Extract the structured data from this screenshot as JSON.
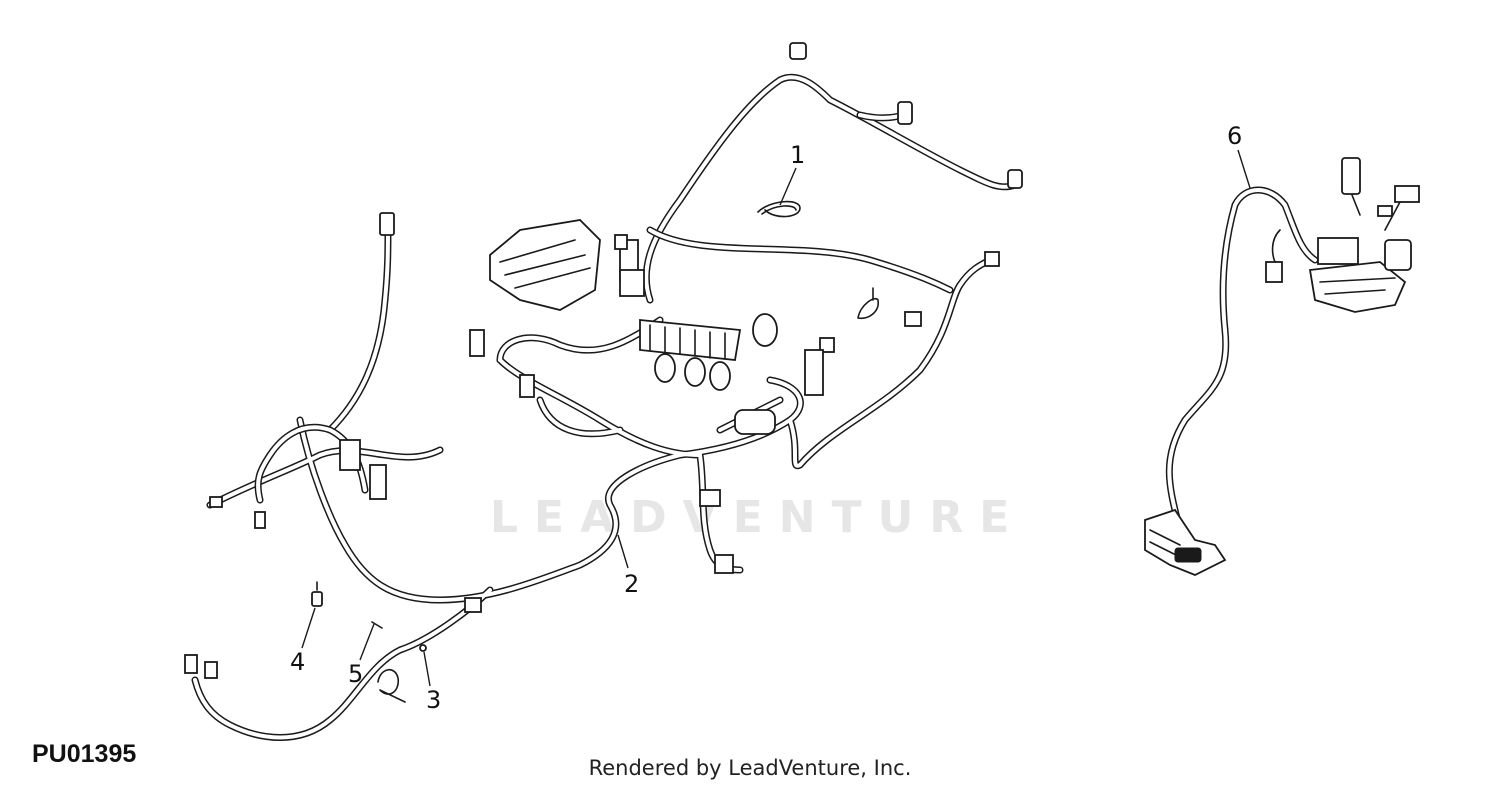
{
  "diagram": {
    "id": "PU01395",
    "credit": "Rendered by LeadVenture, Inc.",
    "watermark": "LEADVENTURE",
    "callouts": [
      {
        "label": "1"
      },
      {
        "label": "2"
      },
      {
        "label": "3"
      },
      {
        "label": "4"
      },
      {
        "label": "5"
      },
      {
        "label": "6"
      }
    ]
  },
  "colors": {
    "line": "#1a1a1a",
    "watermark": "#e6e6e6",
    "background": "#ffffff"
  }
}
